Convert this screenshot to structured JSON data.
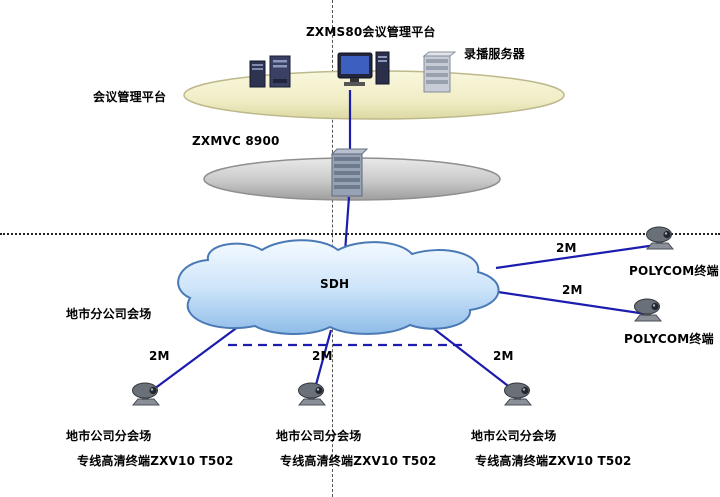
{
  "management": {
    "platform_title": "ZXMS80会议管理平台",
    "recording_server_label": "录播服务器",
    "platform_label": "会议管理平台"
  },
  "mcu": {
    "label": "ZXMVC 8900"
  },
  "network": {
    "cloud_label": "SDH",
    "branch_label": "地市分公司会场"
  },
  "polycom_terminals": [
    {
      "label": "POLYCOM终端",
      "bandwidth": "2M"
    },
    {
      "label": "POLYCOM终端",
      "bandwidth": "2M"
    }
  ],
  "branch_sites": [
    {
      "bandwidth": "2M",
      "site_label": "地市公司分会场",
      "terminal_label": "专线高清终端ZXV10 T502"
    },
    {
      "bandwidth": "2M",
      "site_label": "地市公司分会场",
      "terminal_label": "专线高清终端ZXV10 T502"
    },
    {
      "bandwidth": "2M",
      "site_label": "地市公司分会场",
      "terminal_label": "专线高清终端ZXV10 T502"
    }
  ],
  "colors": {
    "link": "#1c1cae",
    "cloud_fill": "#cfe5fa",
    "cloud_border": "#4a7ab5",
    "platform_ellipse": "#f0eec6",
    "mcu_ellipse": "#c4c4c4"
  }
}
